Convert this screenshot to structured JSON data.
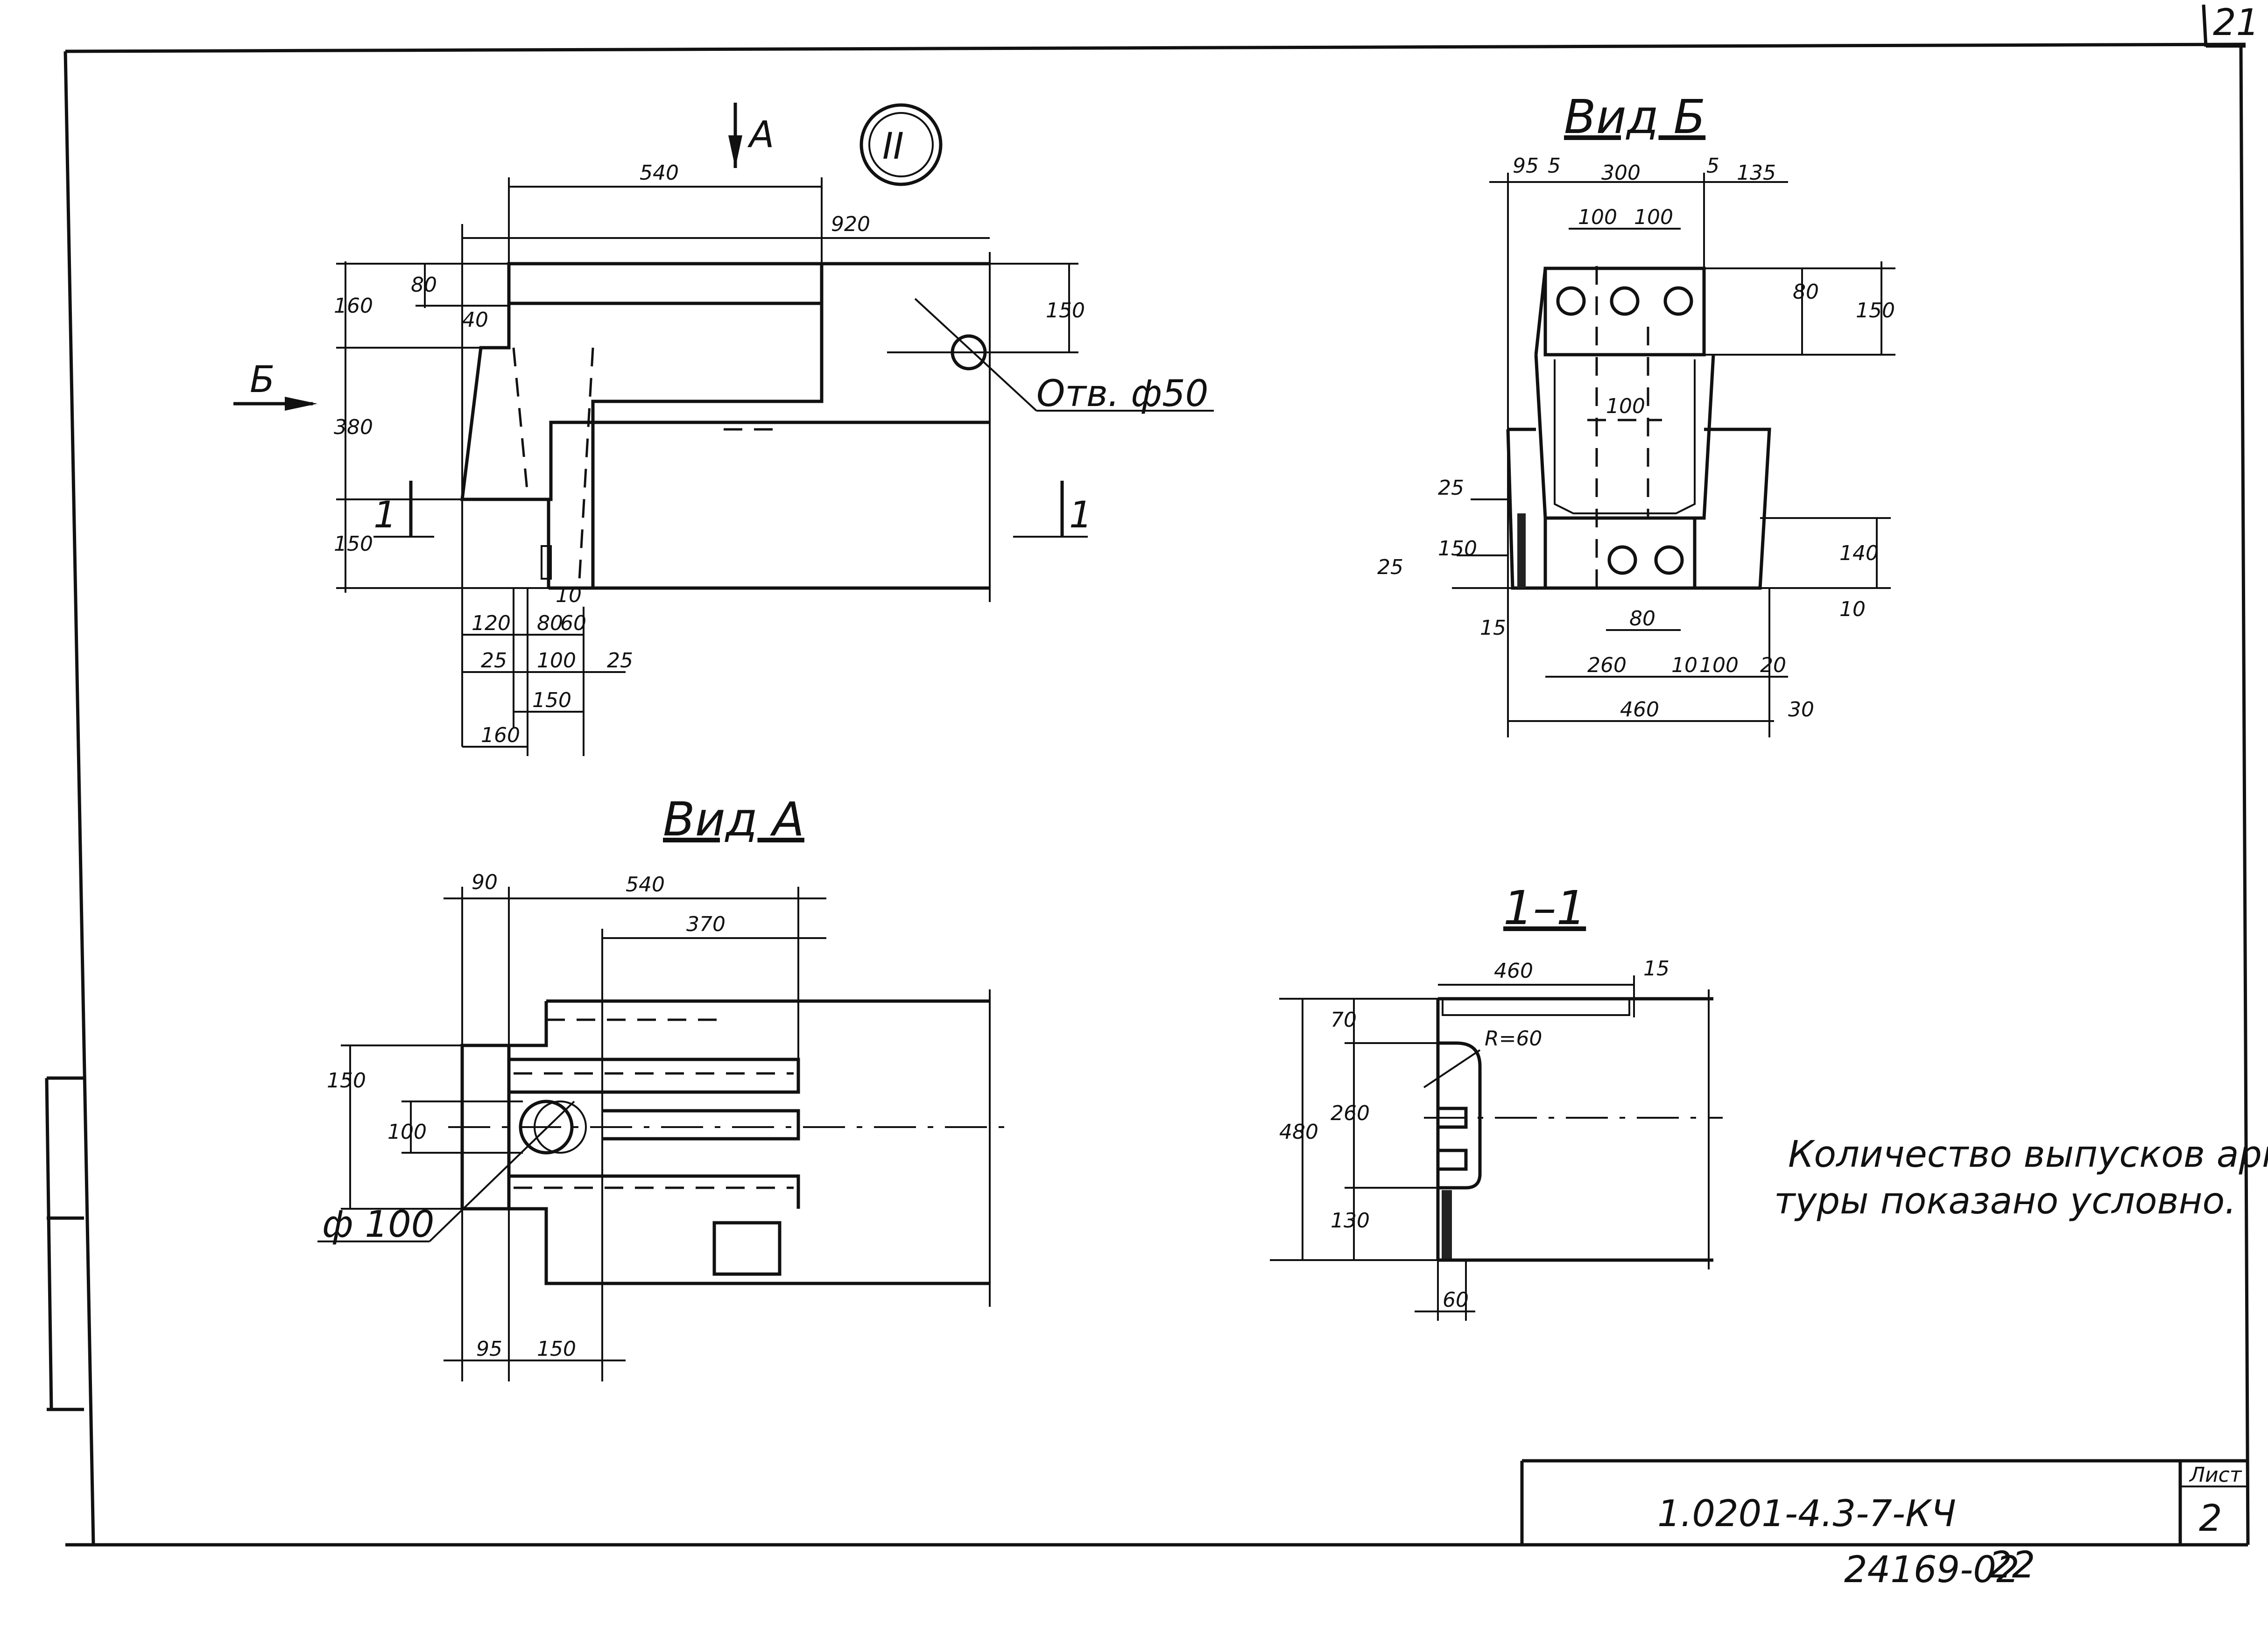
{
  "sheet": {
    "corner_number": "21",
    "designation": "1.0201-4.3-7-КЧ",
    "list_label": "Лист",
    "list_number": "2",
    "archive_number": "24169-02",
    "archive_suffix": "22"
  },
  "node": {
    "marker": "II",
    "cut_label": "А",
    "side_view_label": "Б",
    "section_label": "1",
    "hole_note": "Отв. ф50"
  },
  "plan_dims": {
    "d540": "540",
    "d920": "920",
    "d80": "80",
    "d160": "160",
    "d380": "380",
    "d150": "150",
    "d40": "40",
    "d120": "120",
    "d80b": "80",
    "d60": "60",
    "d10": "10",
    "d25a": "25",
    "d100": "100",
    "d25b": "25",
    "d150b": "150",
    "d160b": "160",
    "d150c": "150"
  },
  "view_b": {
    "title": "Вид Б",
    "dims": {
      "d95": "95",
      "d5a": "5",
      "d300": "300",
      "d5b": "5",
      "d135": "135",
      "d100a": "100",
      "d100b": "100",
      "d80": "80",
      "d150": "150",
      "d100c": "100",
      "d25": "25",
      "d150b": "150",
      "d25b": "25",
      "d140": "140",
      "d10": "10",
      "d15": "15",
      "d80b": "80",
      "d260": "260",
      "d10b": "10",
      "d100d": "100",
      "d20": "20",
      "d460": "460",
      "d30": "30"
    }
  },
  "view_a": {
    "title": "Вид А",
    "dims": {
      "d90": "90",
      "d540": "540",
      "d370": "370",
      "d150": "150",
      "d100": "100",
      "d95": "95",
      "d150b": "150"
    },
    "hole_label": "ф 100"
  },
  "section": {
    "title": "1–1",
    "dims": {
      "d460": "460",
      "d15": "15",
      "d70": "70",
      "r60": "R=60",
      "d480": "480",
      "d260": "260",
      "d130": "130",
      "d60": "60"
    }
  },
  "note": {
    "line1": "Количество выпусков арма-",
    "line2": "туры показано условно."
  }
}
